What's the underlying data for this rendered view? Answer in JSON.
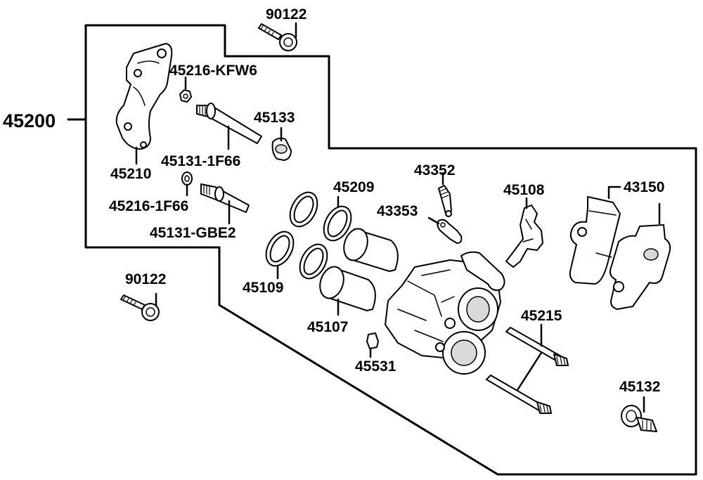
{
  "diagram": {
    "assembly_label": "45200",
    "labels": {
      "bolt_top": "90122",
      "bolt_left": "90122",
      "bracket": "45210",
      "nut_a": "45216-KFW6",
      "nut_b": "45216-1F66",
      "pin_a": "45131-1F66",
      "pin_b": "45131-GBE2",
      "boot": "45133",
      "seal_a": "45209",
      "seal_b": "45109",
      "piston": "45107",
      "bleeder": "43352",
      "bleeder_cap": "43353",
      "spring": "45108",
      "pads": "43150",
      "pad_pin": "45215",
      "cap_small": "45531",
      "bolt_right": "45132"
    }
  }
}
